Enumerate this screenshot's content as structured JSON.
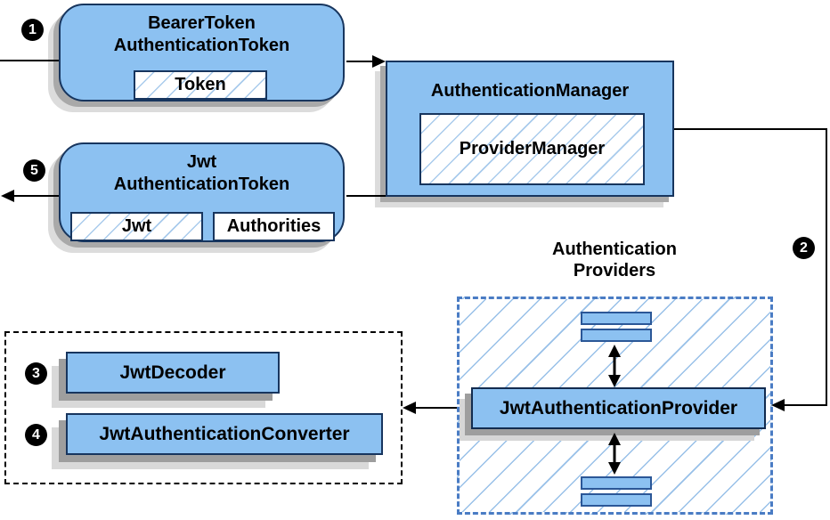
{
  "diagram": {
    "nodes": {
      "bearer_token": {
        "title_line1": "BearerToken",
        "title_line2": "AuthenticationToken",
        "field": "Token"
      },
      "authentication_manager": {
        "title": "AuthenticationManager",
        "impl": "ProviderManager"
      },
      "jwt_token": {
        "title_line1": "Jwt",
        "title_line2": "AuthenticationToken",
        "field_jwt": "Jwt",
        "field_authorities": "Authorities"
      },
      "providers": {
        "label_line1": "Authentication",
        "label_line2": "Providers",
        "provider": "JwtAuthenticationProvider"
      },
      "decoder_group": {
        "decoder": "JwtDecoder",
        "converter": "JwtAuthenticationConverter"
      }
    },
    "badges": {
      "step1": {
        "label": "1"
      },
      "step2": {
        "label": "2"
      },
      "step3": {
        "label": "3"
      },
      "step4": {
        "label": "4"
      },
      "step5": {
        "label": "5"
      }
    },
    "colors": {
      "node_fill": "#8CC1F1",
      "node_border": "#17355E",
      "hatch_line": "#A9CBEC",
      "providers_dash_border": "#4A7CC4",
      "decoder_dash_border": "#000000",
      "arrow": "#000000",
      "badge_bg": "#000000",
      "badge_text": "#FFFFFF",
      "shadow_dark": "#9E9E9E",
      "shadow_light": "#D9D9D9"
    }
  }
}
